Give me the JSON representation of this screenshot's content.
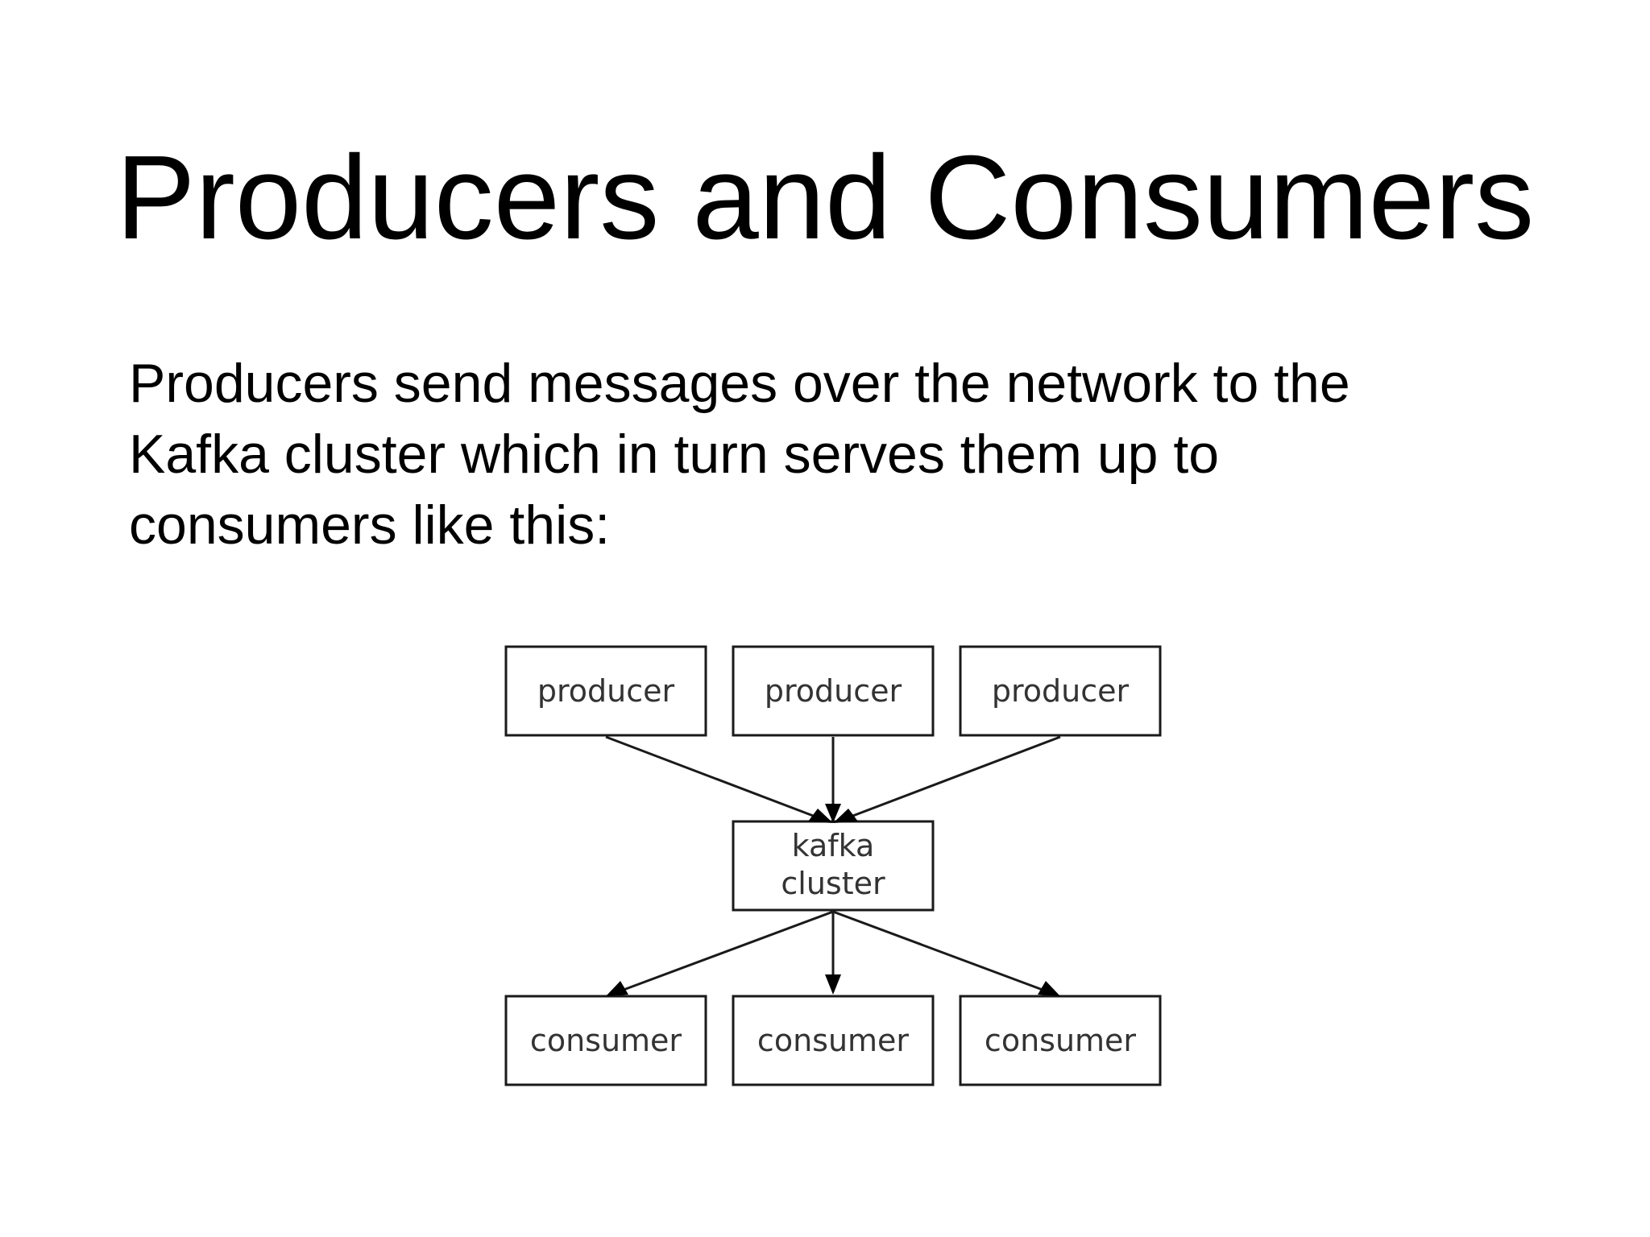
{
  "slide": {
    "title": "Producers and Consumers",
    "body_lines": [
      "Producers send messages over the network to the",
      "Kafka cluster which in turn serves them up to",
      "consumers like this:"
    ]
  },
  "diagram": {
    "producers": [
      "producer",
      "producer",
      "producer"
    ],
    "cluster": [
      "kafka",
      "cluster"
    ],
    "consumers": [
      "consumer",
      "consumer",
      "consumer"
    ]
  }
}
